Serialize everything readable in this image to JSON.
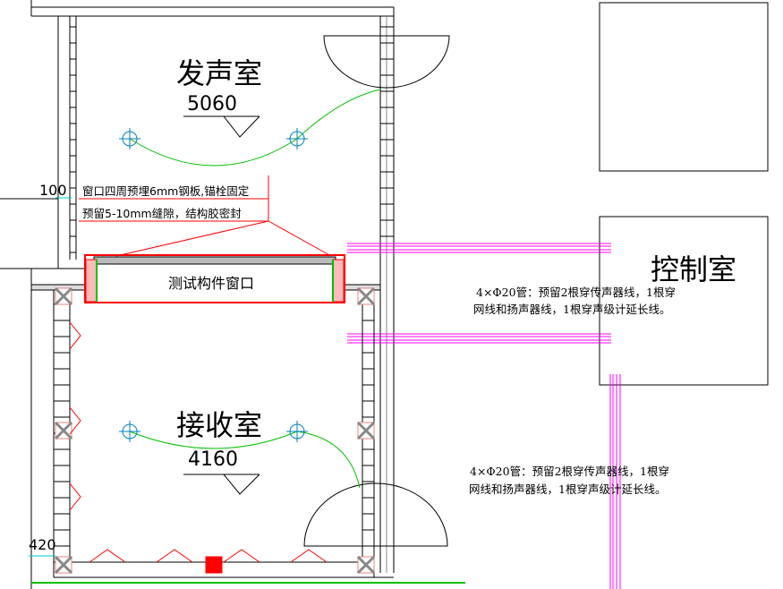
{
  "rooms": {
    "emitting": {
      "name": "发声室",
      "volume": "5060"
    },
    "receiving": {
      "name": "接收室",
      "volume": "4160"
    },
    "control": {
      "name": "控制室"
    }
  },
  "window": {
    "label": "测试构件窗口"
  },
  "annotation": {
    "line1": "窗口四周预埋6mm钢板,锚栓固定",
    "line2": "预留5-10mm缝隙，结构胶密封"
  },
  "dimensions": {
    "top": "100",
    "bottom": "420"
  },
  "conduit_notes": [
    {
      "line1": "4×Φ20管：预留2根穿传声器线，1根穿",
      "line2": "网线和扬声器线，1根穿声级计延长线。"
    },
    {
      "line1": "4×Φ20管：预留2根穿传声器线，1根穿",
      "line2": "网线和扬声器线，1根穿声级计延长线。"
    }
  ],
  "colors": {
    "wall": "#000000",
    "leader": "#ff0000",
    "conduit": "#ff00ff",
    "mic_path": "#00c000",
    "dimension": "#00c8c8"
  }
}
